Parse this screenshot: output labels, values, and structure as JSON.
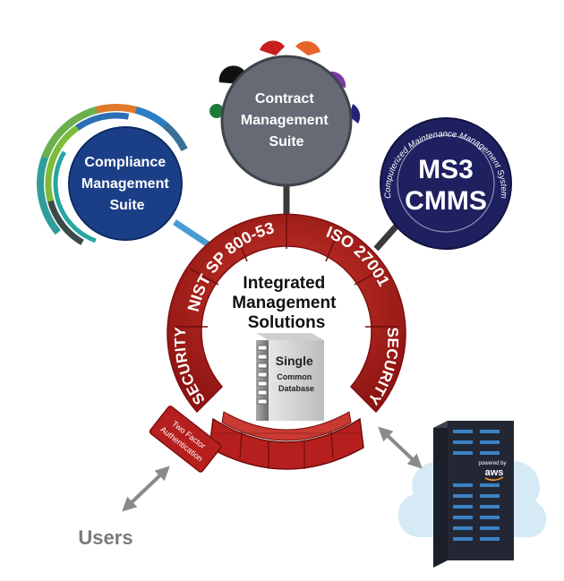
{
  "compliance": {
    "line1": "Compliance",
    "line2": "Management",
    "line3": "Suite"
  },
  "contract": {
    "line1": "Contract",
    "line2": "Management",
    "line3": "Suite"
  },
  "cmms": {
    "line1": "MS3",
    "line2": "CMMS",
    "ring_text": "Computerized Maintenance Management System"
  },
  "ring": {
    "nist": "NIST SP 800-53",
    "iso": "ISO 27001",
    "security_left": "SECURITY",
    "security_right": "SECURITY",
    "two_factor_line1": "Two Factor",
    "two_factor_line2": "Authentication"
  },
  "center": {
    "title_line1": "Integrated",
    "title_line2": "Management",
    "title_line3": "Solutions",
    "db_line1": "Single",
    "db_line2": "Common",
    "db_line3": "Database"
  },
  "cloud": {
    "powered_by": "powered by",
    "brand": "aws"
  },
  "users_label": "Users",
  "colors": {
    "ring_red": "#b5201e",
    "compliance_blue": "#1b3f86",
    "cmms_navy": "#1e2060",
    "contract_gray": "#656a75",
    "cloud_blue": "#d6eaf6",
    "connector_light_blue": "#4a9bd4"
  }
}
